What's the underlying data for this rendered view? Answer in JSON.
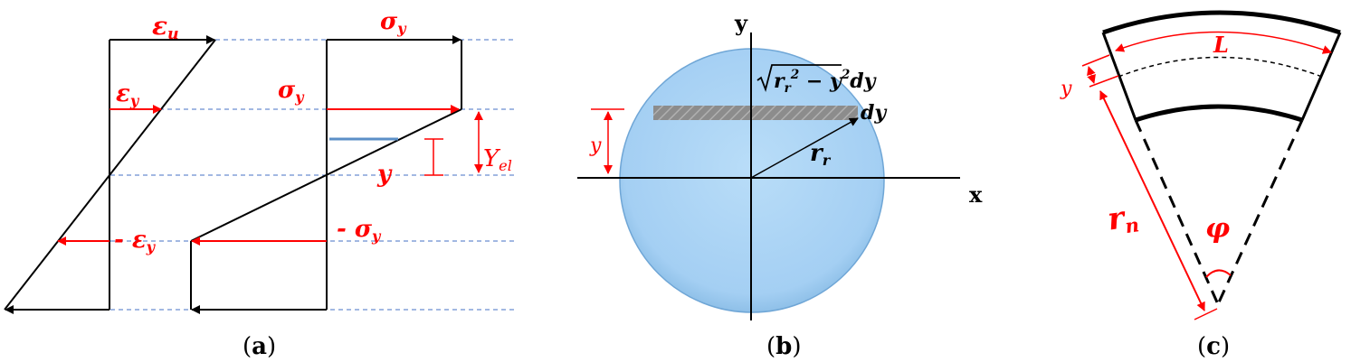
{
  "panel_a": {
    "eps_u": "ε",
    "eps_u_sub": "u",
    "eps_y": "ε",
    "eps_y_sub": "y",
    "neg_eps_y_prefix": "- ",
    "neg_eps_y": "ε",
    "neg_eps_y_sub": "y",
    "sigma_y_top": "σ",
    "sigma_y_top_sub": "y",
    "sigma_y_mid": "σ",
    "sigma_y_mid_sub": "y",
    "neg_sigma_y_prefix": "- ",
    "neg_sigma_y": "σ",
    "neg_sigma_y_sub": "y",
    "y_label": "y",
    "y_el": "Y",
    "y_el_sub": "el",
    "caption_open": "(",
    "caption_letter": "a",
    "caption_close": ")"
  },
  "panel_b": {
    "axis_y": "y",
    "axis_x": "x",
    "sqrt_expr_a": "r",
    "sqrt_expr_a_sub": "r",
    "sqrt_expr_a_sup": "2",
    "sqrt_expr_b": " − y",
    "sqrt_expr_b_sup": "2",
    "sqrt_expr_c": "dy",
    "dy_label": "dy",
    "r_label": "r",
    "r_label_sub": "r",
    "y_label": "y",
    "caption_open": "(",
    "caption_letter": "b",
    "caption_close": ")"
  },
  "panel_c": {
    "L_label": "L",
    "y_label": "y",
    "r_n": "r",
    "r_n_sub": "n",
    "phi": "φ",
    "caption_open": "(",
    "caption_letter": "c",
    "caption_close": ")"
  },
  "colors": {
    "red": "#ff0000",
    "black": "#000000",
    "guide_blue": "#4472c4",
    "marker_blue": "#5b8fc7",
    "circle_fill": "#a9d4f5",
    "strip_gray": "#8c8c8c"
  }
}
